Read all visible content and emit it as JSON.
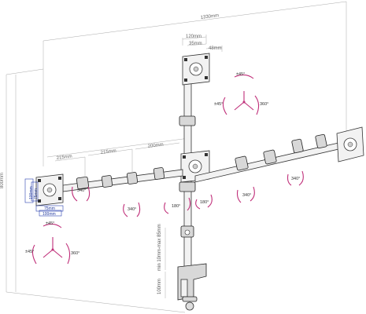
{
  "dimensions": {
    "overall_width": "1330mm",
    "overall_height": "800mm",
    "top_bar_width": "120mm",
    "top_plate_a": "35mm",
    "top_plate_b": "48mm",
    "arm_segment_1": "215mm",
    "arm_segment_2": "215mm",
    "arm_segment_3": "200mm",
    "clamp_range": "min 10mm-max 85mm",
    "clamp_base": "100mm",
    "vesa_75": "75mm",
    "vesa_100": "100mm",
    "vesa_75_v": "75mm",
    "vesa_100_v": "100mm"
  },
  "rotations": {
    "tilt": "±45°",
    "swivel": "±45°",
    "rotate": "360°",
    "arm_a": "340°",
    "arm_b": "340°",
    "arm_c": "180°",
    "arm_d": "180°",
    "arm_e": "340°",
    "arm_f": "340°"
  },
  "colors": {
    "accent": "#c0307a",
    "highlight": "#2a40b0",
    "line": "#333333"
  }
}
